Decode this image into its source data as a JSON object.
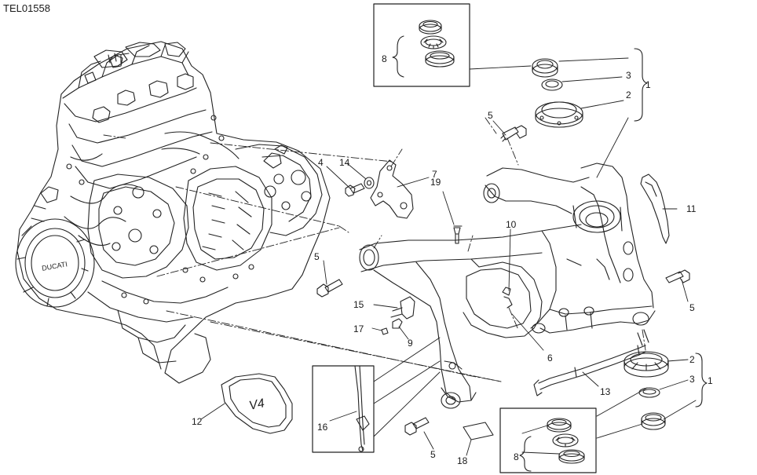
{
  "drawing_code": "TEL01558",
  "callouts": [
    {
      "id": "c1_top",
      "label": "1"
    },
    {
      "id": "c1_bottom",
      "label": "1"
    },
    {
      "id": "c2_top",
      "label": "2"
    },
    {
      "id": "c2_bottom",
      "label": "2"
    },
    {
      "id": "c3_top",
      "label": "3"
    },
    {
      "id": "c3_bottom",
      "label": "3"
    },
    {
      "id": "c4",
      "label": "4"
    },
    {
      "id": "c5_a",
      "label": "5"
    },
    {
      "id": "c5_b",
      "label": "5"
    },
    {
      "id": "c5_c",
      "label": "5"
    },
    {
      "id": "c5_d",
      "label": "5"
    },
    {
      "id": "c6",
      "label": "6"
    },
    {
      "id": "c7",
      "label": "7"
    },
    {
      "id": "c8_top",
      "label": "8"
    },
    {
      "id": "c8_bottom",
      "label": "8"
    },
    {
      "id": "c9",
      "label": "9"
    },
    {
      "id": "c10",
      "label": "10"
    },
    {
      "id": "c11",
      "label": "11"
    },
    {
      "id": "c12",
      "label": "12"
    },
    {
      "id": "c13",
      "label": "13"
    },
    {
      "id": "c14",
      "label": "14"
    },
    {
      "id": "c15",
      "label": "15"
    },
    {
      "id": "c16",
      "label": "16"
    },
    {
      "id": "c17",
      "label": "17"
    },
    {
      "id": "c18",
      "label": "18"
    },
    {
      "id": "c19",
      "label": "19"
    }
  ],
  "engine_cover_logo": "DUCATI",
  "cover_logo": "V4"
}
